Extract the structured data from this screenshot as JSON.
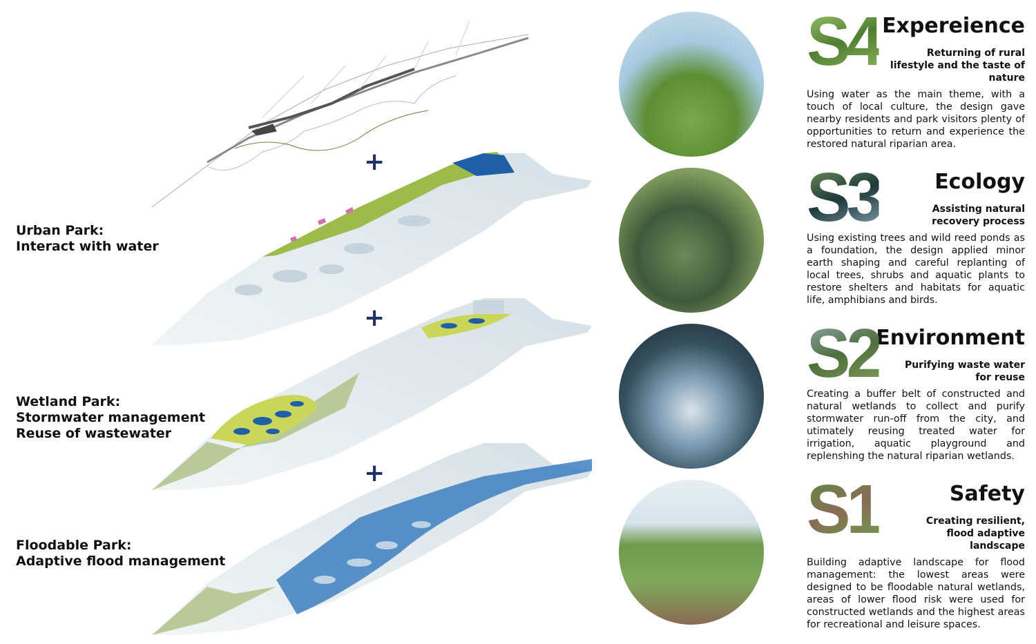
{
  "layers": [
    {
      "title": "Urban Park:",
      "lines": [
        "Interact with water"
      ]
    },
    {
      "title": "Wetland Park:",
      "lines": [
        "Stormwater management",
        "Reuse of wastewater"
      ]
    },
    {
      "title": "Floodable Park:",
      "lines": [
        "Adaptive flood management"
      ]
    }
  ],
  "plus_symbol": "+",
  "sections": [
    {
      "number": "S4",
      "title": "Expereience",
      "subtitle": "Returning of rural lifestyle and the taste of nature",
      "body": "Using water as the main theme, with a touch of local culture, the design gave nearby residents and park visitors plenty of opportunities to return and experience the restored natural riparian area."
    },
    {
      "number": "S3",
      "title": "Ecology",
      "subtitle": "Assisting natural recovery process",
      "body": "Using existing trees and wild reed ponds as a foundation, the design applied minor earth shaping and careful replanting of local trees, shrubs and aquatic plants to restore shelters and habitats for aquatic life, amphibians and birds."
    },
    {
      "number": "S2",
      "title": "Environment",
      "subtitle": "Purifying waste water for reuse",
      "body": "Creating a buffer belt of constructed and natural wetlands to collect and purify stormwater run-off from the city, and utimately reusing treated water for irrigation, aquatic playground and replenshing the natural riparian wetlands."
    },
    {
      "number": "S1",
      "title": "Safety",
      "subtitle": "Creating resilient, flood adaptive landscape",
      "body": "Building adaptive landscape for flood management: the lowest areas were designed to be floodable natural wetlands, areas of lower flood risk were used for constructed wetlands and the highest areas for recreational and leisure spaces."
    }
  ],
  "colors": {
    "plus": "#23336a",
    "water": "#1f5fa6",
    "green": "#9dbb4a",
    "land": "#dfe6ea"
  }
}
